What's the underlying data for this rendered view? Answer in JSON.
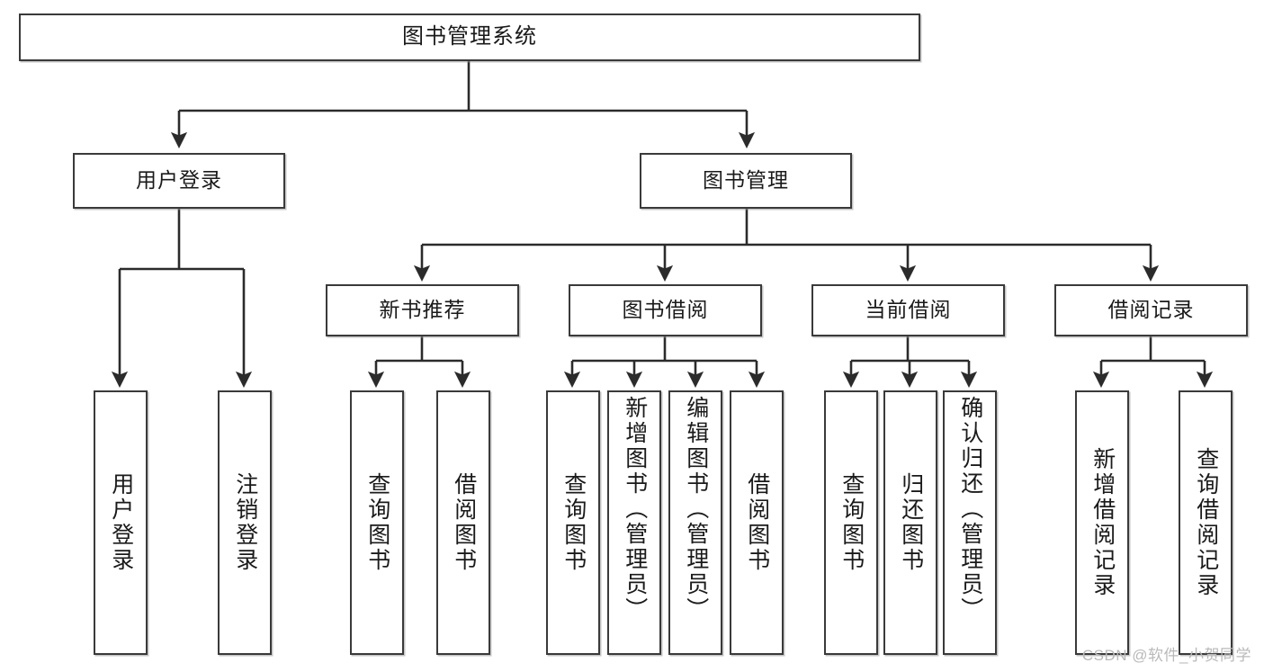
{
  "diagram": {
    "title": "图书管理系统",
    "type": "tree",
    "colors": {
      "box_border": "#3a3a3a",
      "box_fill": "#ffffff",
      "edge": "#2b2b2b",
      "text": "#1a1a1a",
      "watermark": "#b9b9b9"
    },
    "root": {
      "label": "图书管理系统"
    },
    "level2": [
      {
        "label": "用户登录"
      },
      {
        "label": "图书管理"
      }
    ],
    "level3": [
      {
        "label": "新书推荐"
      },
      {
        "label": "图书借阅"
      },
      {
        "label": "当前借阅"
      },
      {
        "label": "借阅记录"
      }
    ],
    "leaves": {
      "user_login": [
        {
          "label": "用户登录"
        },
        {
          "label": "注销登录"
        }
      ],
      "new_book": [
        {
          "label": "查询图书"
        },
        {
          "label": "借阅图书"
        }
      ],
      "book_borrow": [
        {
          "label": "查询图书"
        },
        {
          "label": "新增图书（管理员）"
        },
        {
          "label": "编辑图书（管理员）"
        },
        {
          "label": "借阅图书"
        }
      ],
      "current_borrow": [
        {
          "label": "查询图书"
        },
        {
          "label": "归还图书"
        },
        {
          "label": "确认归还（管理员）"
        }
      ],
      "borrow_record": [
        {
          "label": "新增借阅记录"
        },
        {
          "label": "查询借阅记录"
        }
      ]
    }
  },
  "watermark": {
    "text": "CSDN @软件_小贺同学"
  }
}
